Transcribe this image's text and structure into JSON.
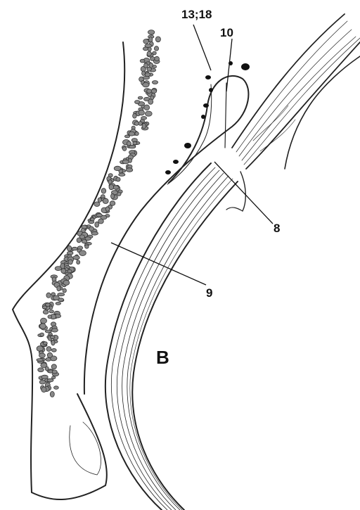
{
  "figure": {
    "panel_letter": "B",
    "labels": {
      "label_13_18": "13;18",
      "label_10": "10",
      "label_8": "8",
      "label_9": "9"
    }
  }
}
